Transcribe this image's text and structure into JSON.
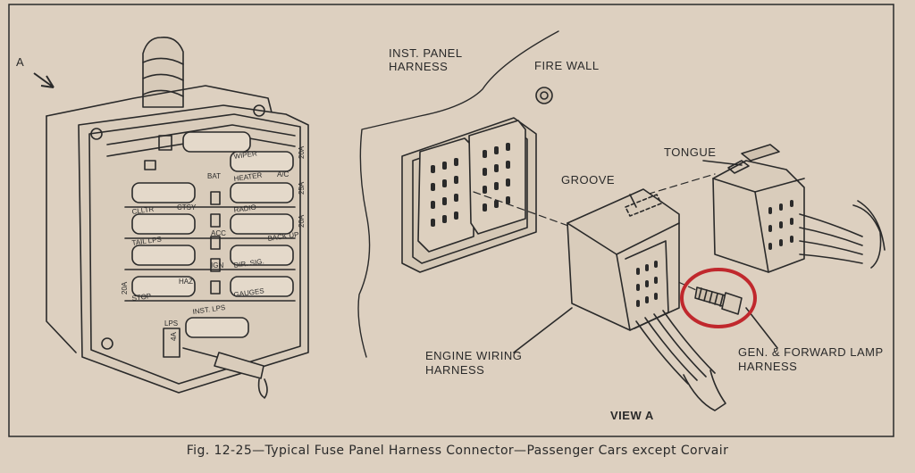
{
  "labels": {
    "arrow_a": "A",
    "inst_panel_harness_1": "INST. PANEL",
    "inst_panel_harness_2": "HARNESS",
    "fire_wall": "FIRE WALL",
    "tongue": "TONGUE",
    "groove": "GROOVE",
    "engine_wiring_1": "ENGINE WIRING",
    "engine_wiring_2": "HARNESS",
    "gen_forward_1": "GEN. & FORWARD LAMP",
    "gen_forward_2": "HARNESS",
    "view_a": "VIEW A"
  },
  "fuse_labels": {
    "wiper": "WIPER",
    "bat": "BAT",
    "heater": "HEATER",
    "ac": "A/C",
    "cltr": "CLLTR",
    "ctsy": "CTSY",
    "acc": "ACC",
    "radio": "RADIO",
    "tail_lps": "TAIL LPS",
    "back_up": "BACK UP",
    "ign": "IGN",
    "dir_sig": "DIR. SIG.",
    "haz": "HAZ",
    "stop": "STOP",
    "gauges": "GAUGES",
    "inst_lps": "INST. LPS",
    "lps": "LPS",
    "amp_20a": "20A",
    "amp_25a": "25A",
    "amp_4a": "4A"
  },
  "caption": "Fig. 12-25—Typical Fuse Panel Harness Connector—Passenger Cars except Corvair",
  "colors": {
    "paper": "#ddd0c0",
    "ink": "#2a2a2a",
    "highlight": "#c0282d"
  }
}
